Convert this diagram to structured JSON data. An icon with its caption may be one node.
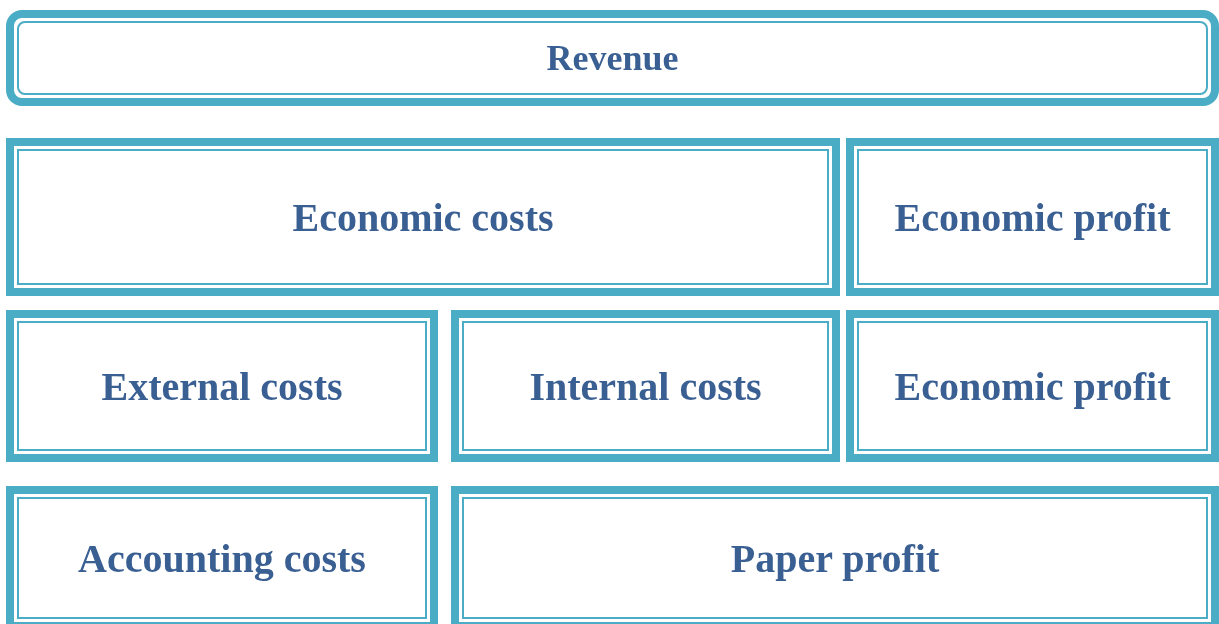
{
  "diagram": {
    "nodes": [
      {
        "text": [
          "Revenue"
        ]
      },
      {
        "text": [
          "Economic costs"
        ]
      },
      {
        "text": [
          "Economic profit"
        ]
      },
      {
        "text": [
          "External costs"
        ]
      },
      {
        "text": [
          "Internal costs"
        ]
      },
      {
        "text": [
          "Economic profit"
        ]
      },
      {
        "text": [
          "Accounting costs"
        ]
      },
      {
        "text": [
          "Paper profit"
        ]
      }
    ]
  }
}
